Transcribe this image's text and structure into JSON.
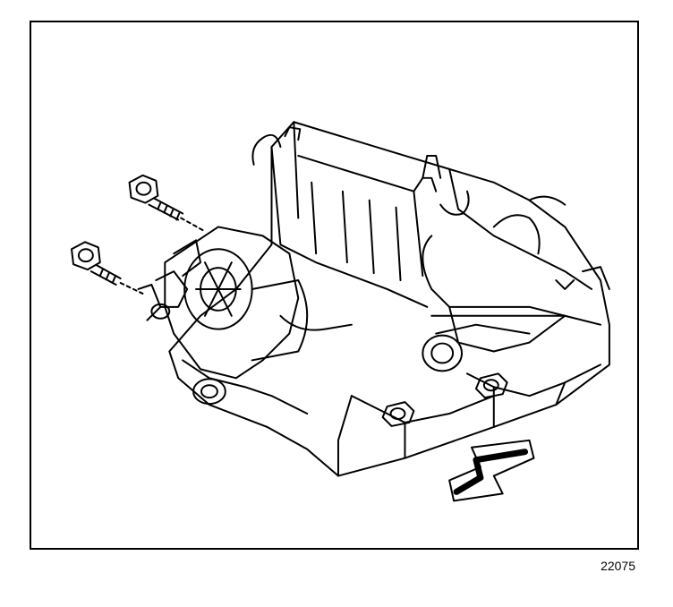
{
  "figure": {
    "number": "22075",
    "parts": [
      {
        "name": "bolt-upper",
        "label": ""
      },
      {
        "name": "bolt-lower",
        "label": ""
      },
      {
        "name": "egr-valve",
        "label": ""
      },
      {
        "name": "intake-manifold",
        "label": ""
      },
      {
        "name": "engine-front-arrow",
        "label": ""
      }
    ],
    "colors": {
      "line": "#000000",
      "background": "#ffffff"
    }
  }
}
